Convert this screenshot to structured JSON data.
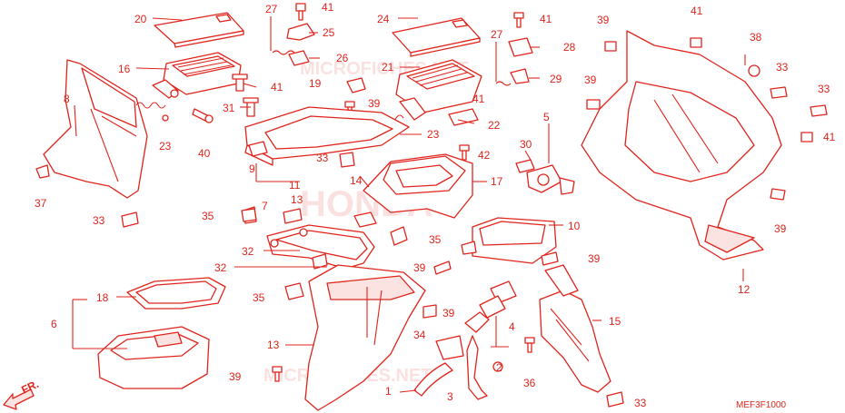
{
  "colors": {
    "line": "#e0241c",
    "background": "#ffffff",
    "fill": "#fbe3e1"
  },
  "watermark": {
    "top": "MICROFICHES.NET",
    "center": "HONDA",
    "bottom": "MICROFICHES.NET"
  },
  "front_arrow": "FR.",
  "diagram_code": "MEF3F1000",
  "callouts": {
    "c20": "20",
    "c27a": "27",
    "c41a": "41",
    "c25": "25",
    "c24": "24",
    "c41b": "41",
    "c27b": "27",
    "c28": "28",
    "c39a": "39",
    "c41c": "41",
    "c38": "38",
    "c26": "26",
    "c21": "21",
    "c29": "29",
    "c16": "16",
    "c41d": "41",
    "c19": "19",
    "c41e": "41",
    "c33a": "33",
    "c39b": "39",
    "c33b": "33",
    "c8": "8",
    "c31": "31",
    "c39c": "39",
    "c22": "22",
    "c5": "5",
    "c41f": "41",
    "c23a": "23",
    "c23b": "23",
    "c40": "40",
    "c42": "42",
    "c30": "30",
    "c9": "9",
    "c33c": "33",
    "c14": "14",
    "c17": "17",
    "c11": "11",
    "c37": "37",
    "c39d": "39",
    "c7": "7",
    "c13a": "13",
    "c35a": "35",
    "c10": "10",
    "c33d": "33",
    "c32a": "32",
    "c35b": "35",
    "c39e": "39",
    "c39f": "39",
    "c32b": "32",
    "c12": "12",
    "c18": "18",
    "c35c": "35",
    "c39g": "39",
    "c4": "4",
    "c15": "15",
    "c6": "6",
    "c34": "34",
    "c13b": "13",
    "c2": "2",
    "c39h": "39",
    "c36": "36",
    "c1": "1",
    "c3": "3",
    "c33e": "33"
  }
}
